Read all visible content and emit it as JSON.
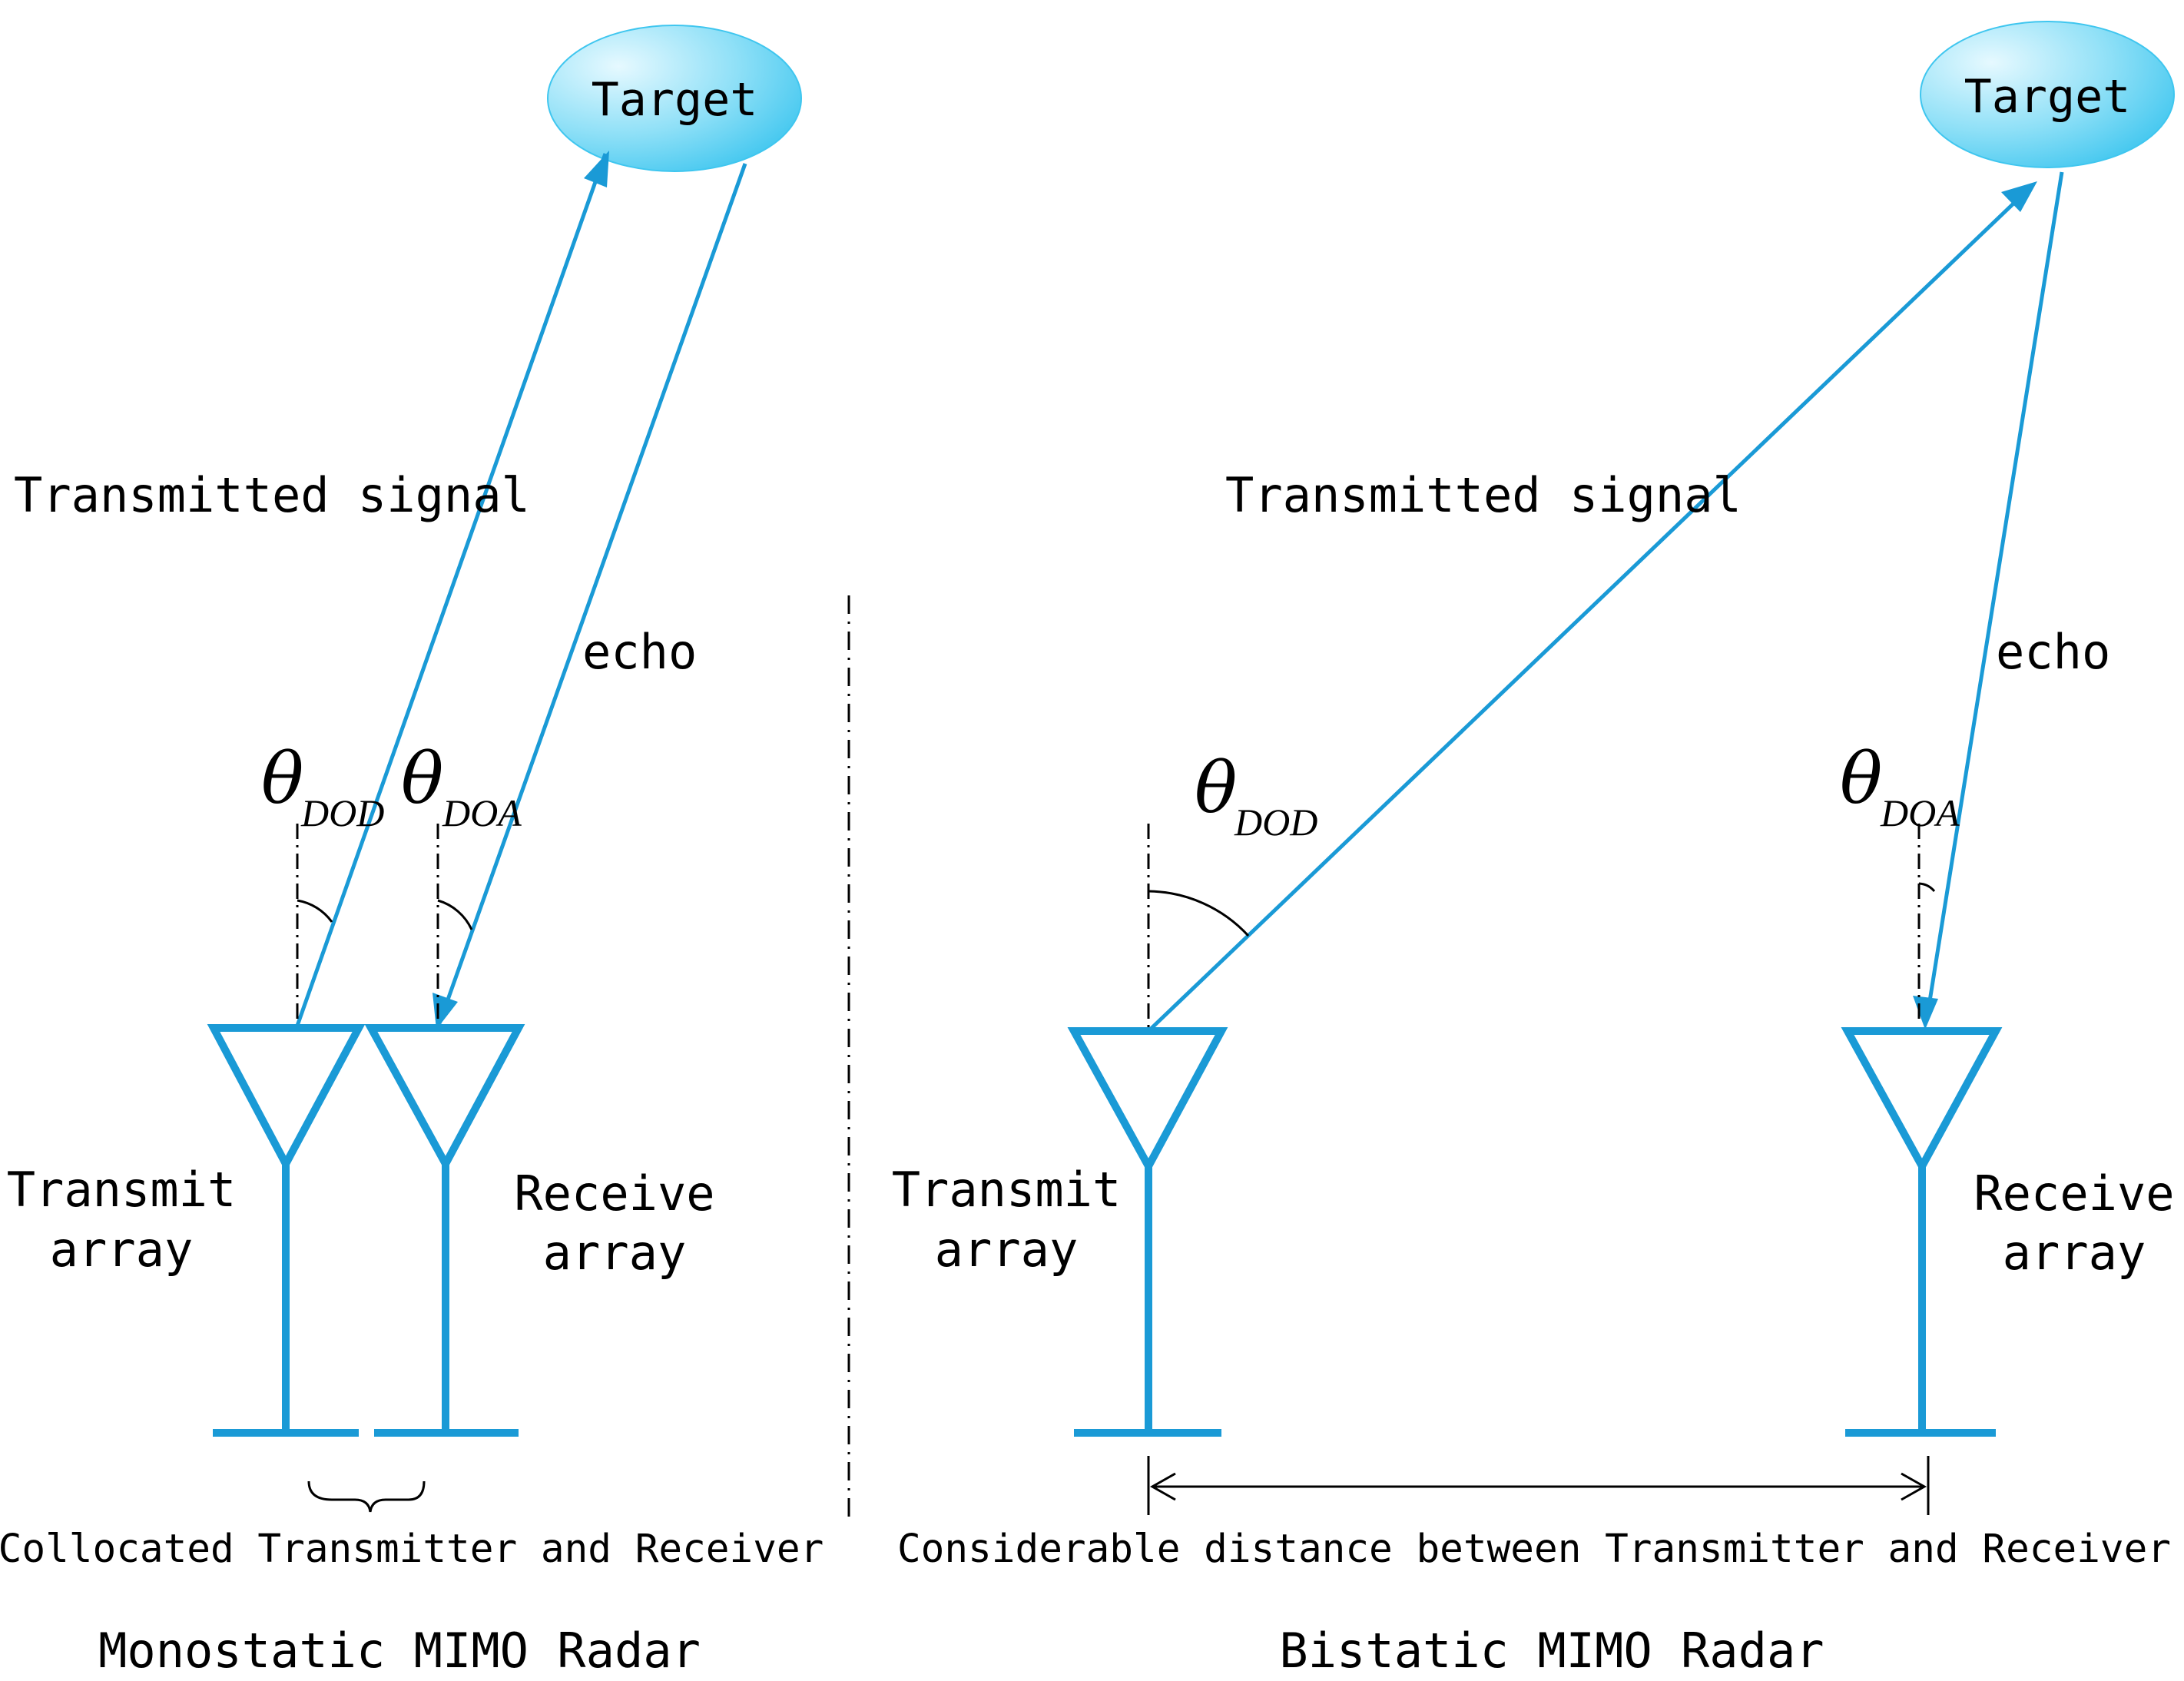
{
  "colors": {
    "accent": "#1a9ad6",
    "target_fill_light": "#e6f9ff",
    "target_fill_dark": "#3fc6ef",
    "line_black": "#000000"
  },
  "monostatic": {
    "target_label": "Target",
    "transmitted_label": "Transmitted signal",
    "echo_label": "echo",
    "theta_symbol": "θ",
    "dod_subscript": "DOD",
    "doa_subscript": "DOA",
    "transmit_label_line1": "Transmit",
    "transmit_label_line2": "array",
    "receive_label_line1": "Receive",
    "receive_label_line2": "array",
    "spacing_caption": "Collocated Transmitter and Receiver",
    "title": "Monostatic MIMO Radar"
  },
  "bistatic": {
    "target_label": "Target",
    "transmitted_label": "Transmitted signal",
    "echo_label": "echo",
    "theta_symbol": "θ",
    "dod_subscript": "DOD",
    "doa_subscript": "DOA",
    "transmit_label_line1": "Transmit",
    "transmit_label_line2": "array",
    "receive_label_line1": "Receive",
    "receive_label_line2": "array",
    "spacing_caption": "Considerable distance between Transmitter and Receiver",
    "title": "Bistatic MIMO Radar"
  }
}
